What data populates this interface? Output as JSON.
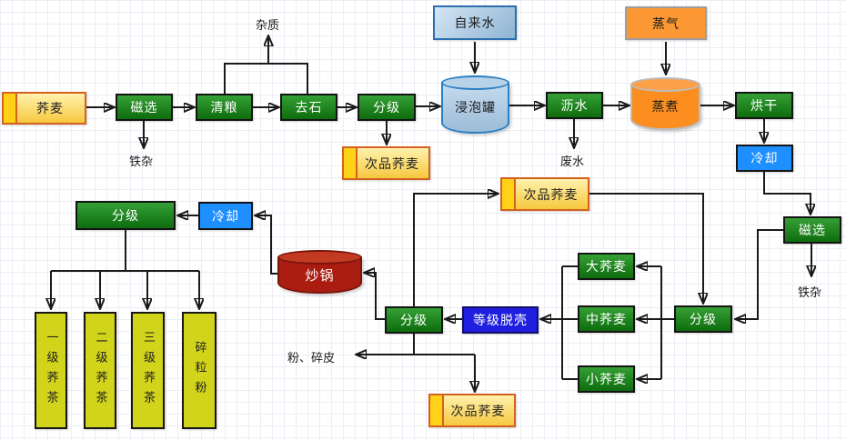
{
  "nodes": {
    "qiaomai": {
      "label": "荞麦"
    },
    "cixuan1": {
      "label": "磁选"
    },
    "qingliang": {
      "label": "清粮"
    },
    "qushi": {
      "label": "去石"
    },
    "fenji1": {
      "label": "分级"
    },
    "cipin1": {
      "label": "次品荞麦"
    },
    "zilaishui": {
      "label": "自来水"
    },
    "jinpaoguan": {
      "label": "浸泡罐"
    },
    "lishui": {
      "label": "沥水"
    },
    "zhengqi": {
      "label": "蒸气"
    },
    "zhengzhu": {
      "label": "蒸煮"
    },
    "honggan": {
      "label": "烘干"
    },
    "lengque1": {
      "label": "冷却"
    },
    "cixuan2": {
      "label": "磁选"
    },
    "cipin2": {
      "label": "次品荞麦"
    },
    "fenji2": {
      "label": "分级"
    },
    "daqiaomai": {
      "label": "大荞麦"
    },
    "zhongqiaomai": {
      "label": "中荞麦"
    },
    "xiaoqiaomai": {
      "label": "小荞麦"
    },
    "tuoke": {
      "label": "等级脱壳"
    },
    "fenji3": {
      "label": "分级"
    },
    "chaoguo": {
      "label": "炒锅"
    },
    "lengque2": {
      "label": "冷却"
    },
    "fenji4": {
      "label": "分级"
    },
    "yiji": {
      "label": "一级荞茶"
    },
    "erji": {
      "label": "二级荞茶"
    },
    "sanji": {
      "label": "三级荞茶"
    },
    "suilifen": {
      "label": "碎粒粉"
    },
    "cipin3": {
      "label": "次品荞麦"
    }
  },
  "labels": {
    "zazhi": "杂质",
    "tiezha1": "铁杂",
    "feishui": "废水",
    "tiezha2": "铁杂",
    "fensuipi": "粉、碎皮"
  },
  "colors": {
    "process_green": "#1e7e1e",
    "cool_blue": "#1e8fff",
    "shell_blue": "#1f1fdf",
    "doc_border_orange": "#d4611f",
    "doc_fill_gold": "#f6c83f",
    "steam_orange": "#fb9833",
    "cook_red": "#ab1d10",
    "water_blue": "#9cbcd8",
    "product_olive": "#d2d41c"
  }
}
